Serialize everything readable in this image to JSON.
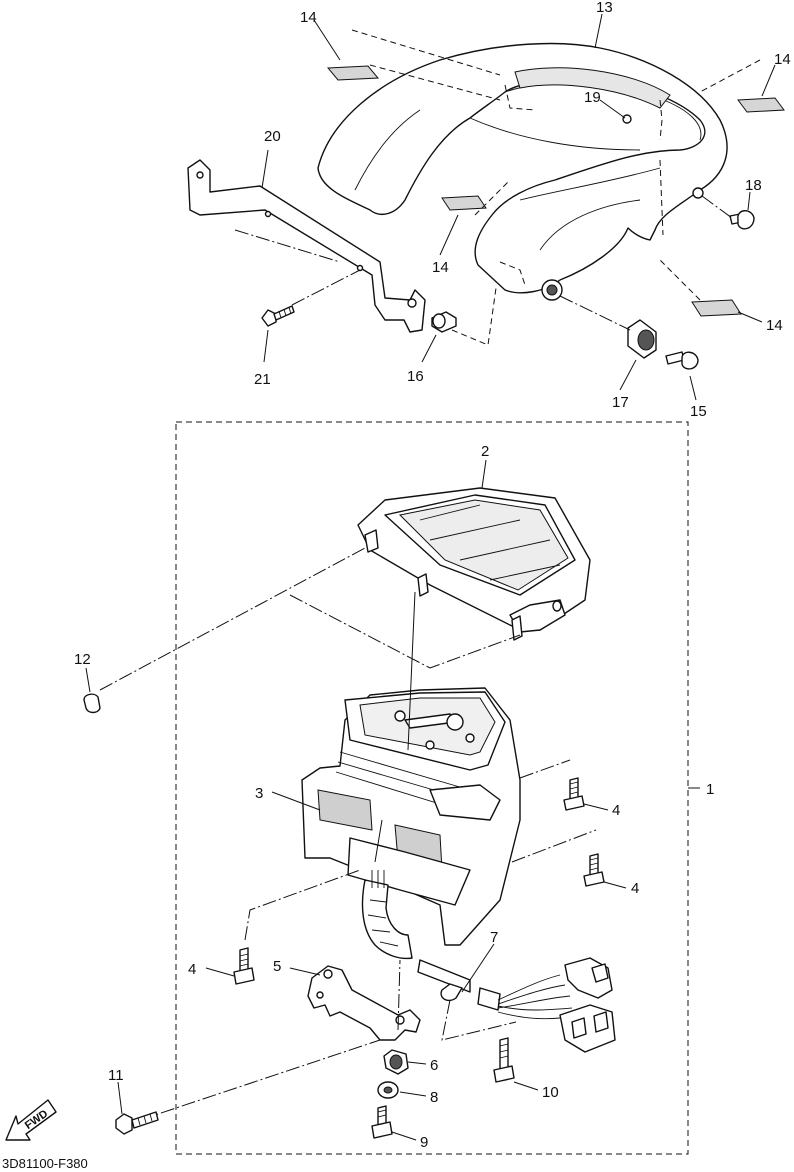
{
  "diagram_code": "3D81100-F380",
  "fwd_label": "FWD",
  "callouts": {
    "c1": "1",
    "c2": "2",
    "c3": "3",
    "c4a": "4",
    "c4b": "4",
    "c4c": "4",
    "c5": "5",
    "c6": "6",
    "c7": "7",
    "c8": "8",
    "c9": "9",
    "c10": "10",
    "c11": "11",
    "c12": "12",
    "c13": "13",
    "c14a": "14",
    "c14b": "14",
    "c14c": "14",
    "c14d": "14",
    "c15": "15",
    "c16": "16",
    "c17": "17",
    "c18": "18",
    "c19": "19",
    "c20": "20",
    "c21": "21"
  }
}
